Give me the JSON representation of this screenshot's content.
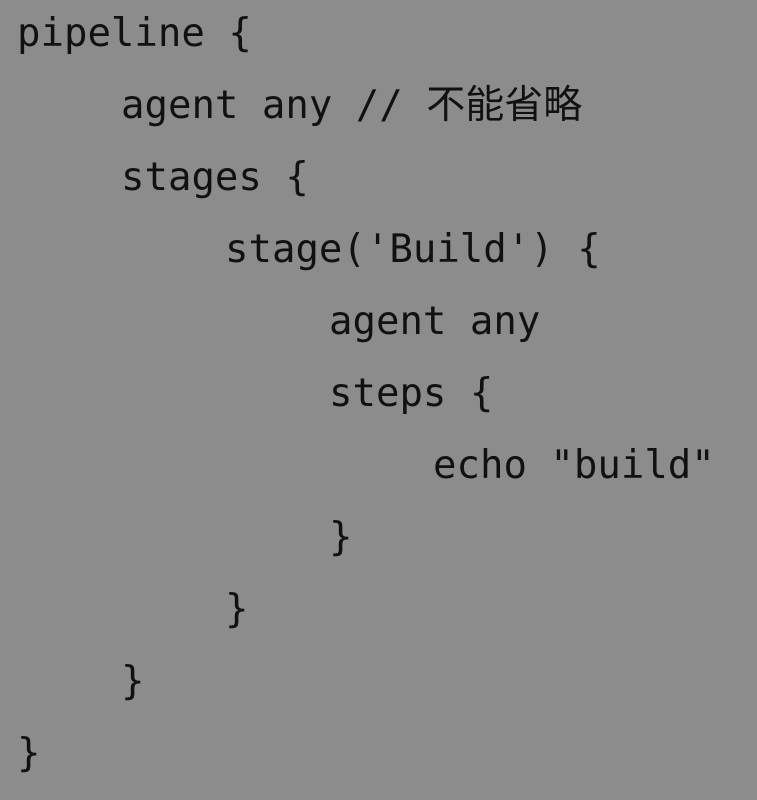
{
  "code": {
    "lines": [
      "pipeline {",
      "agent any // 不能省略",
      "stages {",
      "stage('Build') {",
      "agent any",
      "steps {",
      "echo \"build\"",
      "}",
      "}",
      "}",
      "}"
    ]
  }
}
